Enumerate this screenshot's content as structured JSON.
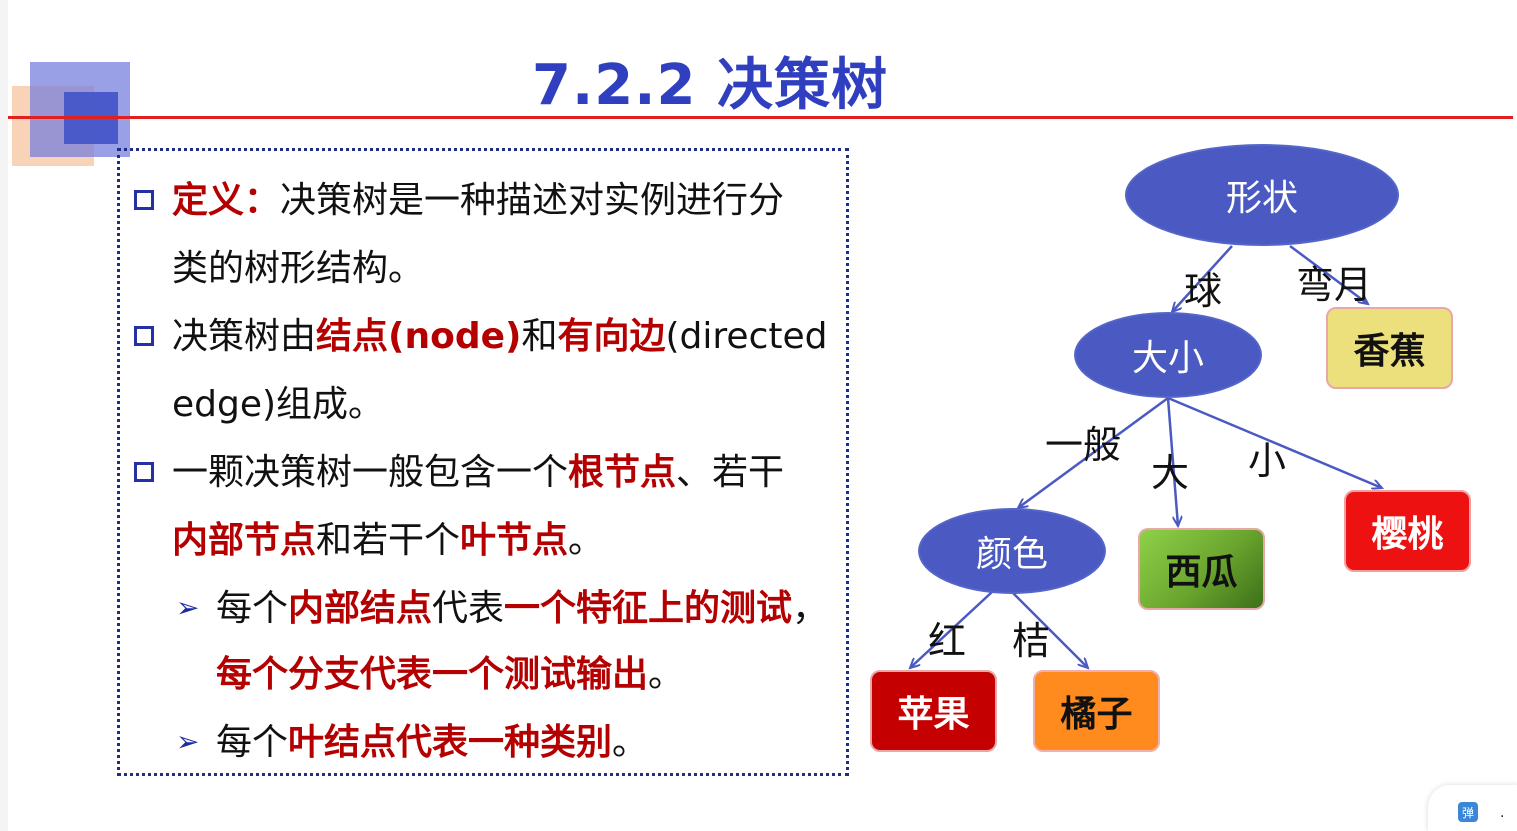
{
  "title": "7.2.2 决策树",
  "bullets": {
    "b1_label": "定义：",
    "b1_text_a": "决策树是一种描述对实例进行分",
    "b1_text_b": "类的树形结构。",
    "b2_a": "决策树由",
    "b2_node": "结点(node)",
    "b2_and": "和",
    "b2_edge": "有向边",
    "b2_directed": "(directed",
    "b2_c": "edge)组成。",
    "b3_a": "一颗决策树一般包含一个",
    "b3_root": "根节点",
    "b3_b": "、若干",
    "b3_internal": "内部节点",
    "b3_c": "和若干个",
    "b3_leaf": "叶节点",
    "b3_end": "。",
    "s1_a": "每个",
    "s1_internal": "内部结点",
    "s1_b": "代表",
    "s1_test": "一个特征上的测试",
    "s1_comma": "，",
    "s1_line2": "每个分支代表一个测试输出",
    "s1_end": "。",
    "s2_a": "每个",
    "s2_leaf": "叶结点代表一种类别",
    "s2_end": "。"
  },
  "tree": {
    "root": "形状",
    "size": "大小",
    "color": "颜色",
    "banana": "香蕉",
    "watermelon": "西瓜",
    "cherry": "樱桃",
    "apple": "苹果",
    "orange": "橘子",
    "edge_ball": "球",
    "edge_crescent": "弯月",
    "edge_normal": "一般",
    "edge_big": "大",
    "edge_small": "小",
    "edge_red": "红",
    "edge_orange": "桔"
  },
  "colors": {
    "title": "#2f3fbf",
    "accent_red": "#b40000",
    "ellipse": "#4a5ac2",
    "banana": "#ece07c",
    "watermelon": "#6aa52e",
    "cherry": "#ee1111",
    "apple": "#c40000",
    "orange": "#ff8a1e"
  },
  "corner": {
    "icon_label": "弹",
    "dots": "·"
  }
}
